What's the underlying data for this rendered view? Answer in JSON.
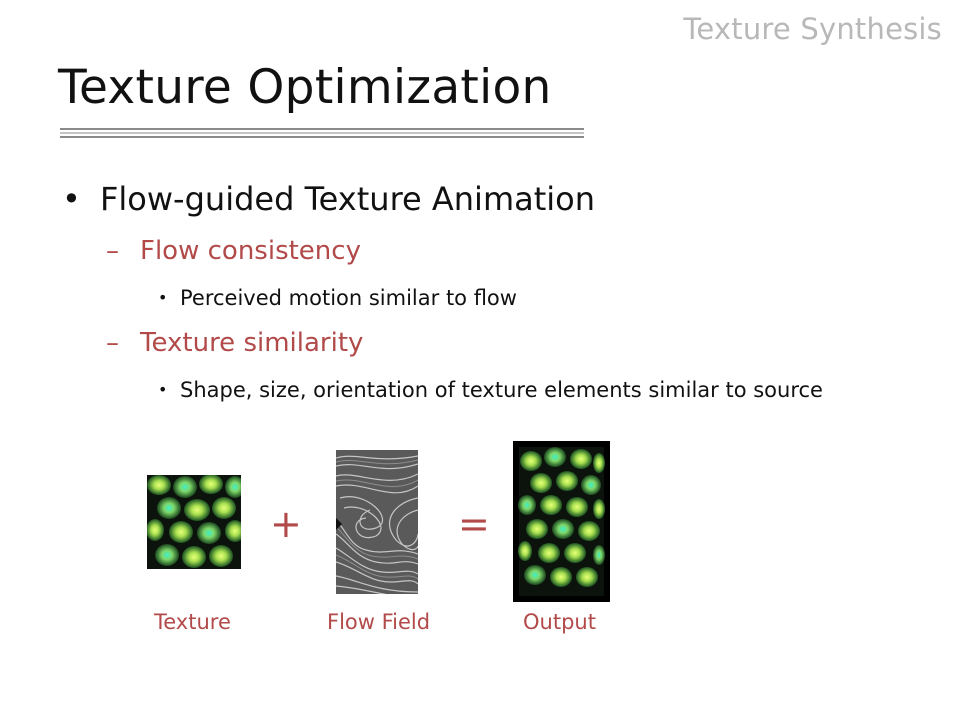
{
  "slide": {
    "topic": "Texture Synthesis",
    "title": "Texture Optimization"
  },
  "bullets": {
    "main": "Flow-guided Texture Animation",
    "sub1": "Flow consistency",
    "sub1_detail": "Perceived motion similar to flow",
    "sub2": "Texture similarity",
    "sub2_detail": "Shape, size, orientation of texture elements similar to source"
  },
  "figure": {
    "plus": "+",
    "equals": "=",
    "labels": {
      "texture": "Texture",
      "flow_field": "Flow Field",
      "output": "Output"
    }
  },
  "colors": {
    "accent": "#b24a4a",
    "topic": "#b8b8b8",
    "text": "#111111"
  }
}
